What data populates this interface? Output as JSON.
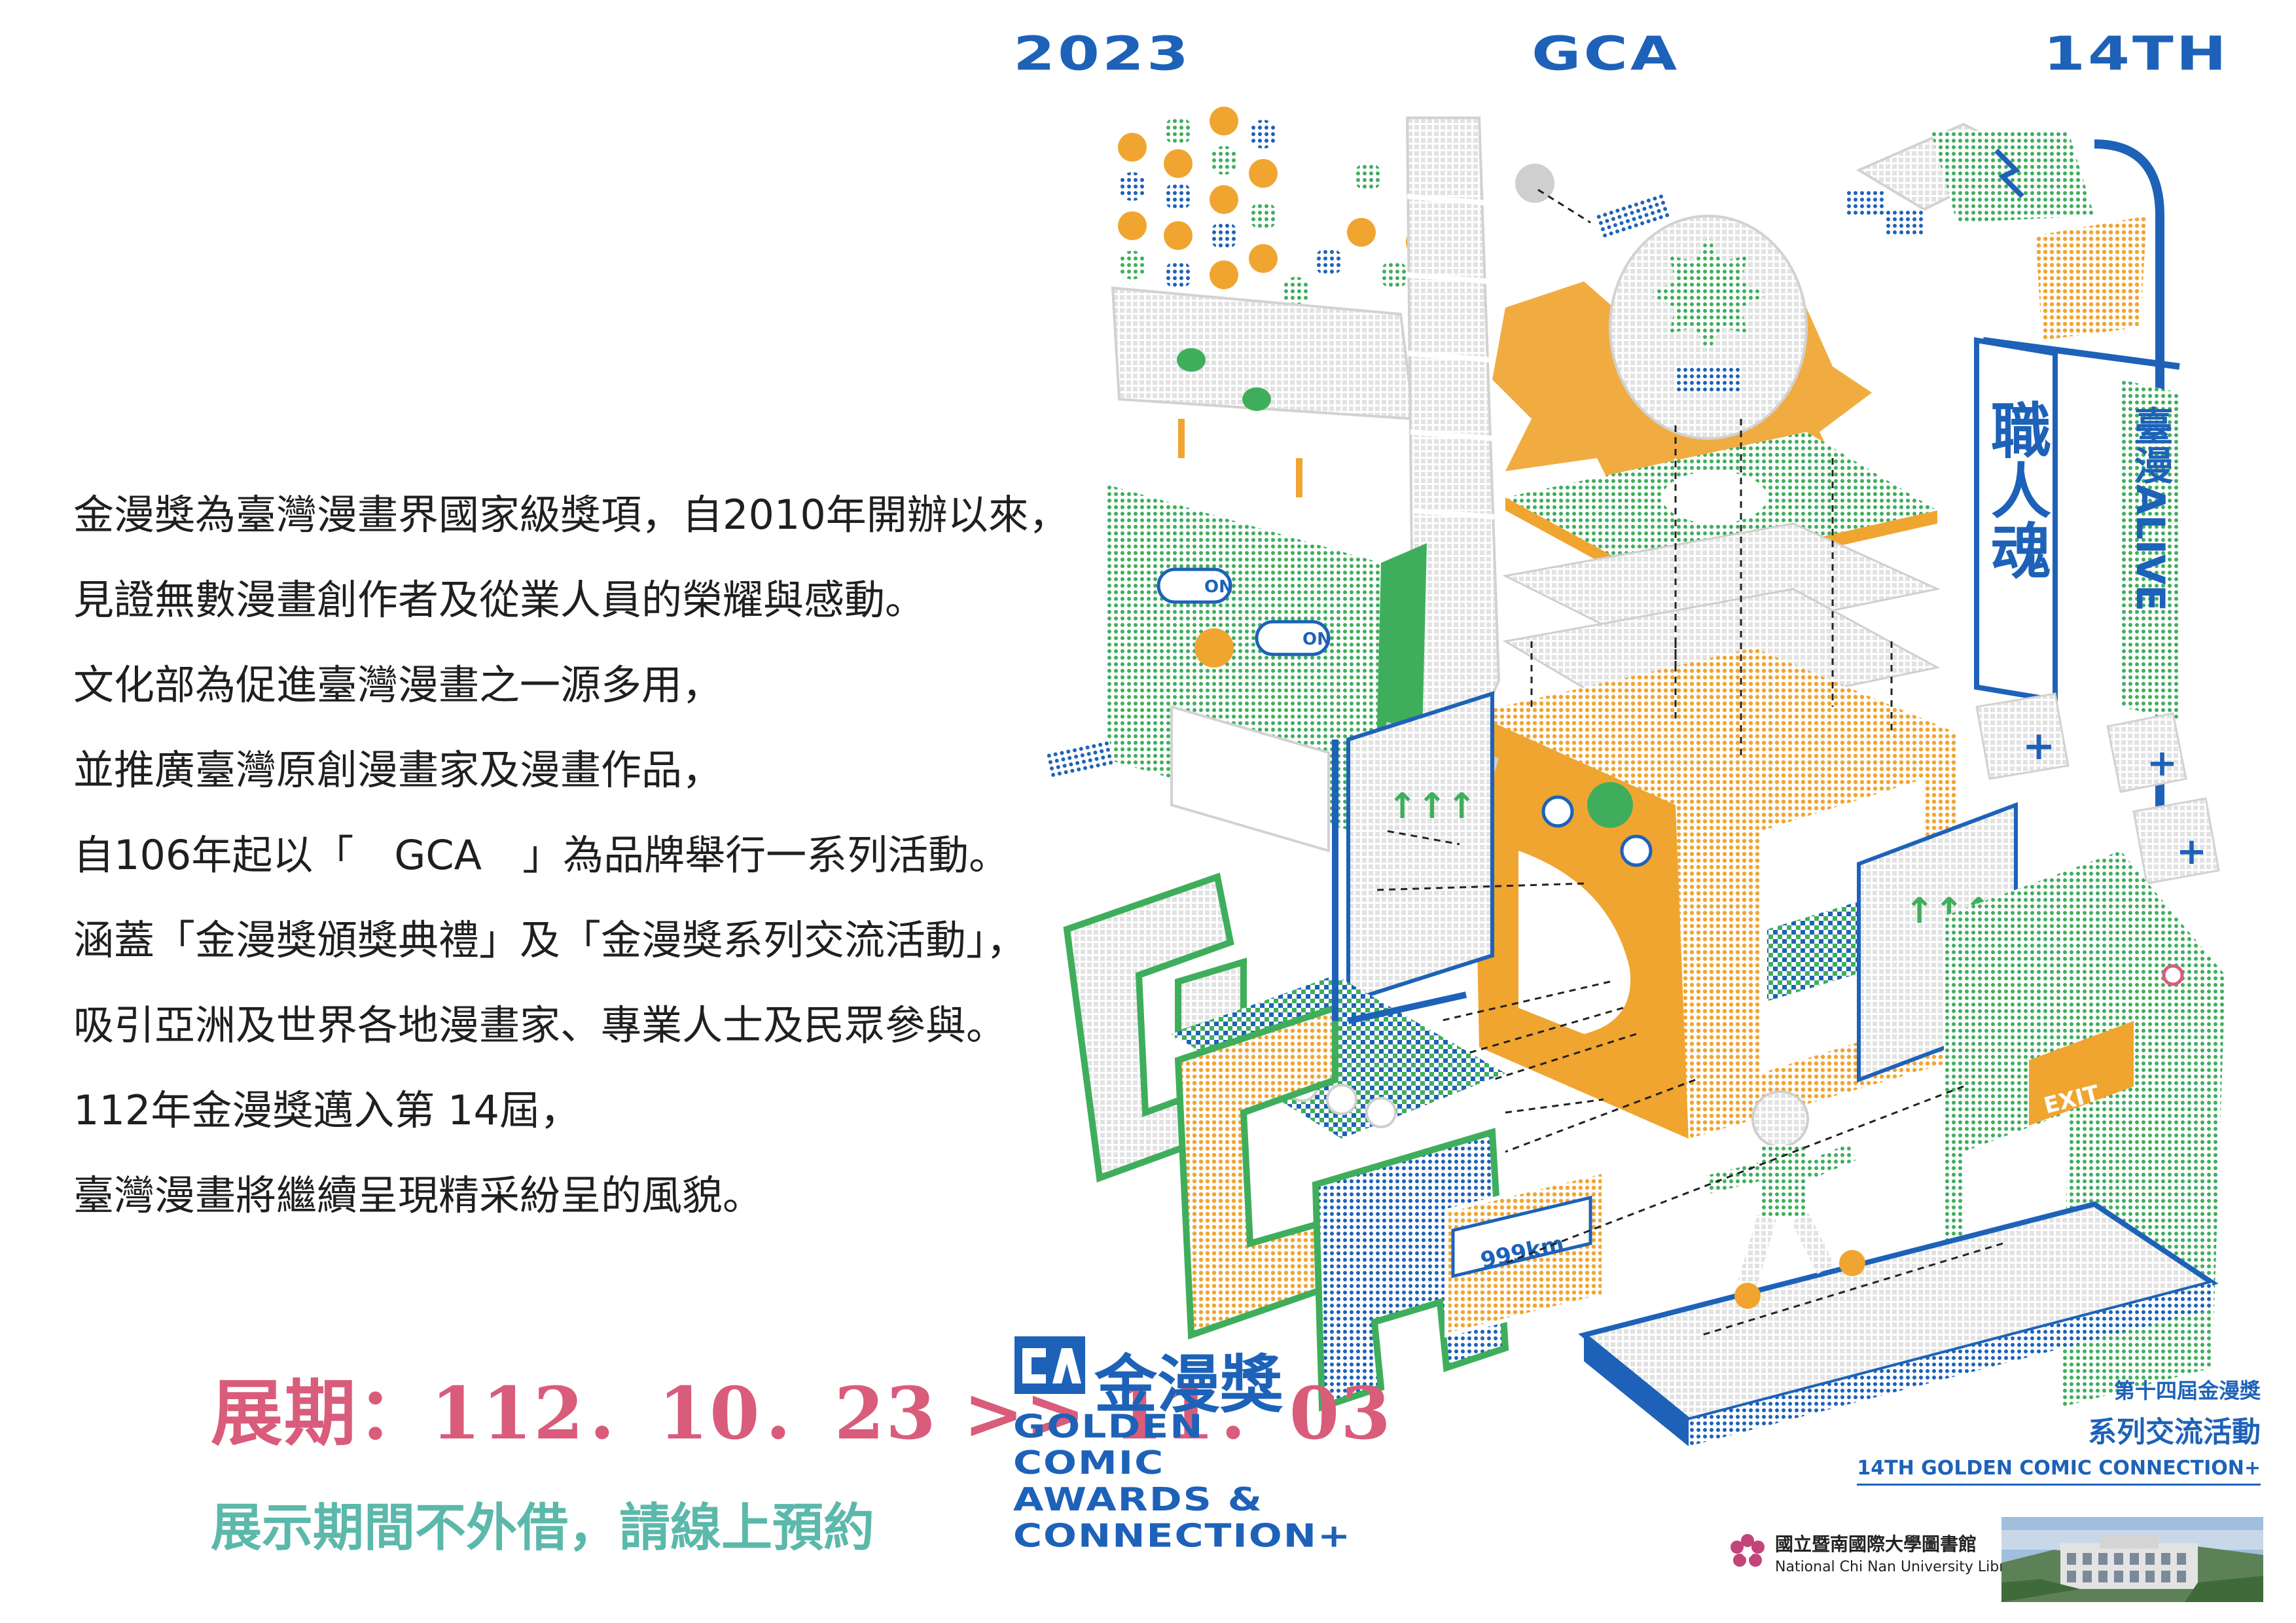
{
  "header": {
    "year": "2023",
    "gca": "GCA",
    "edition": "14TH"
  },
  "intro": {
    "lines": [
      "金漫獎為臺灣漫畫界國家級獎項，自2010年開辦以來，",
      "見證無數漫畫創作者及從業人員的榮耀與感動。",
      "文化部為促進臺灣漫畫之一源多用，",
      "並推廣臺灣原創漫畫家及漫畫作品，",
      "自106年起以「　GCA　」為品牌舉行一系列活動。",
      "涵蓋「金漫獎頒獎典禮」及「金漫獎系列交流活動」，",
      "吸引亞洲及世界各地漫畫家、專業人士及民眾參與。",
      "112年金漫獎邁入第 14屆，",
      "臺灣漫畫將繼續呈現精采紛呈的風貌。"
    ]
  },
  "exhibition": {
    "period": "展期：112．10．23 >> 11．03",
    "notice": "展示期間不外借，請線上預約"
  },
  "brand": {
    "chinese": "金漫獎",
    "english_lines": [
      "GOLDEN",
      "COMIC",
      "AWARDS &",
      "CONNECTION+"
    ]
  },
  "event": {
    "line1": "第十四屆金漫獎",
    "line2": "系列交流活動",
    "line3": "14TH GOLDEN COMIC CONNECTION+"
  },
  "library": {
    "name_cn": "國立暨南國際大學圖書館",
    "name_en": "National Chi Nan University Library"
  },
  "artwork": {
    "vertical_text_1": "職人魂",
    "vertical_text_2": "臺漫ALIVE",
    "button_on": "ON",
    "exit_sign": "EXIT",
    "distance": "999km"
  },
  "colors": {
    "blue": "#1d62b8",
    "green": "#3fae5c",
    "orange": "#f0a531",
    "pink": "#d95c7a",
    "teal": "#5bb8aa"
  }
}
